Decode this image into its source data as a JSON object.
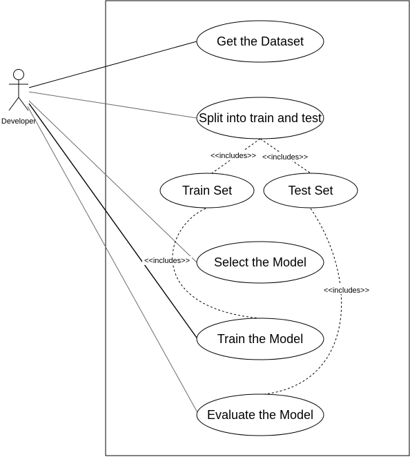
{
  "diagram": {
    "type": "use-case",
    "actor": {
      "label": "Developer"
    },
    "use_cases": {
      "get_dataset": "Get the Dataset",
      "split": "Split into train and test",
      "train_set": "Train Set",
      "test_set": "Test Set",
      "select_model": "Select the Model",
      "train_model": "Train the Model",
      "evaluate_model": "Evaluate the Model"
    },
    "relationships": {
      "split_to_train_set": "<<includes>>",
      "split_to_test_set": "<<includes>>",
      "train_set_to_train_model": "<<includes>>",
      "test_set_to_evaluate_model": "<<includes>>"
    },
    "colors": {
      "line": "#000000",
      "association": "#6b6b6b",
      "background": "#ffffff"
    }
  }
}
